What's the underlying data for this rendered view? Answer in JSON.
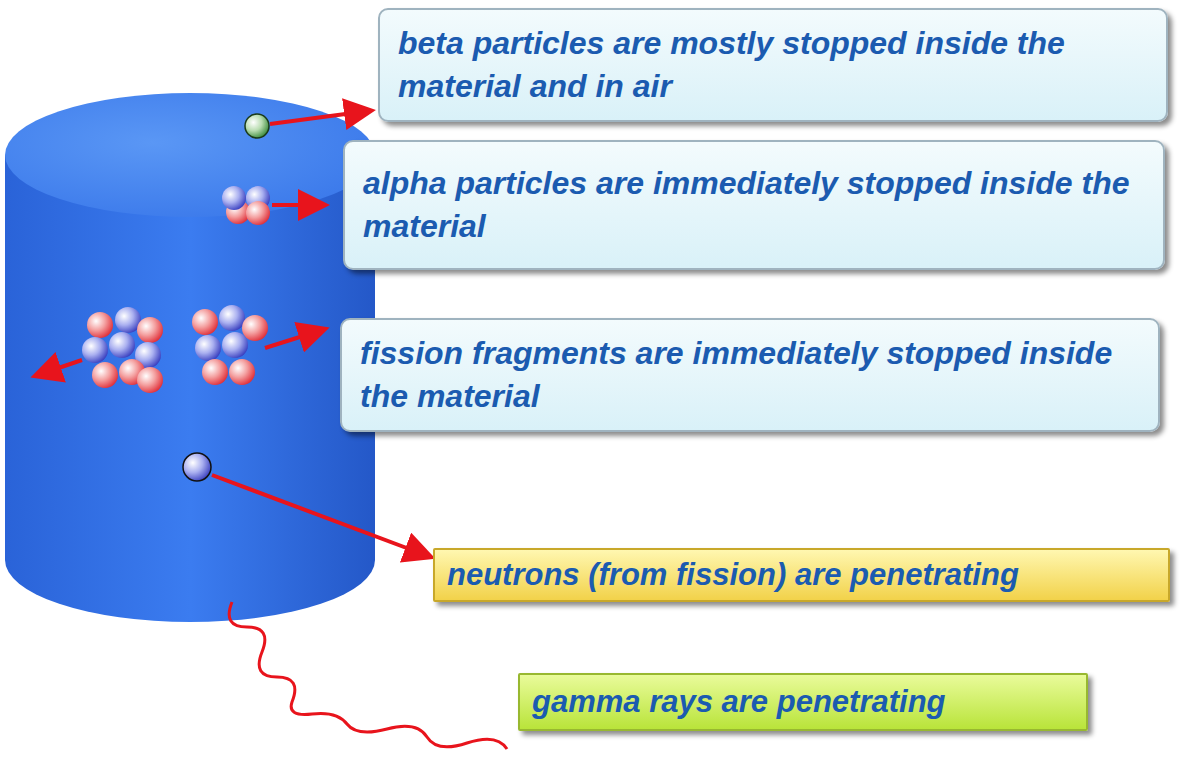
{
  "diagram": {
    "nodes": [
      {
        "text": [
          "beta particles are mostly stopped inside the material and in air"
        ]
      },
      {
        "text": [
          "alpha particles are immediately stopped inside the material"
        ]
      },
      {
        "text": [
          "fission fragments are immediately stopped inside the material"
        ]
      },
      {
        "text": [
          "neutrons (from fission) are penetrating"
        ]
      },
      {
        "text": [
          "gamma rays are penetrating"
        ]
      }
    ]
  }
}
